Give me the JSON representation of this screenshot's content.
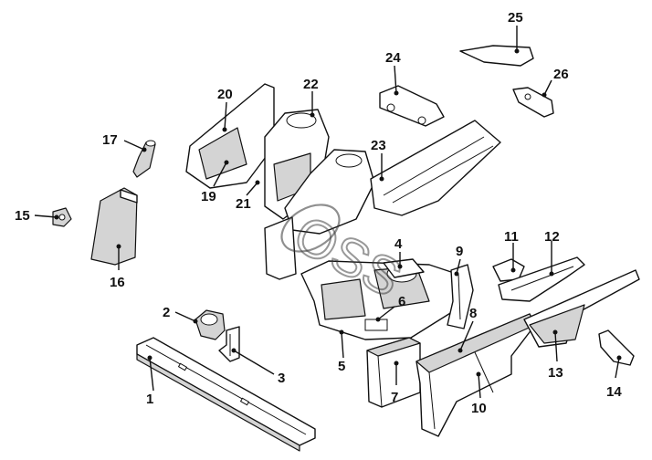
{
  "diagram": {
    "callouts": [
      "1",
      "2",
      "3",
      "4",
      "5",
      "6",
      "7",
      "8",
      "9",
      "10",
      "11",
      "12",
      "13",
      "14",
      "15",
      "16",
      "17",
      "19",
      "20",
      "21",
      "22",
      "23",
      "24",
      "25",
      "26"
    ]
  },
  "watermark": {
    "text": "OSS"
  }
}
